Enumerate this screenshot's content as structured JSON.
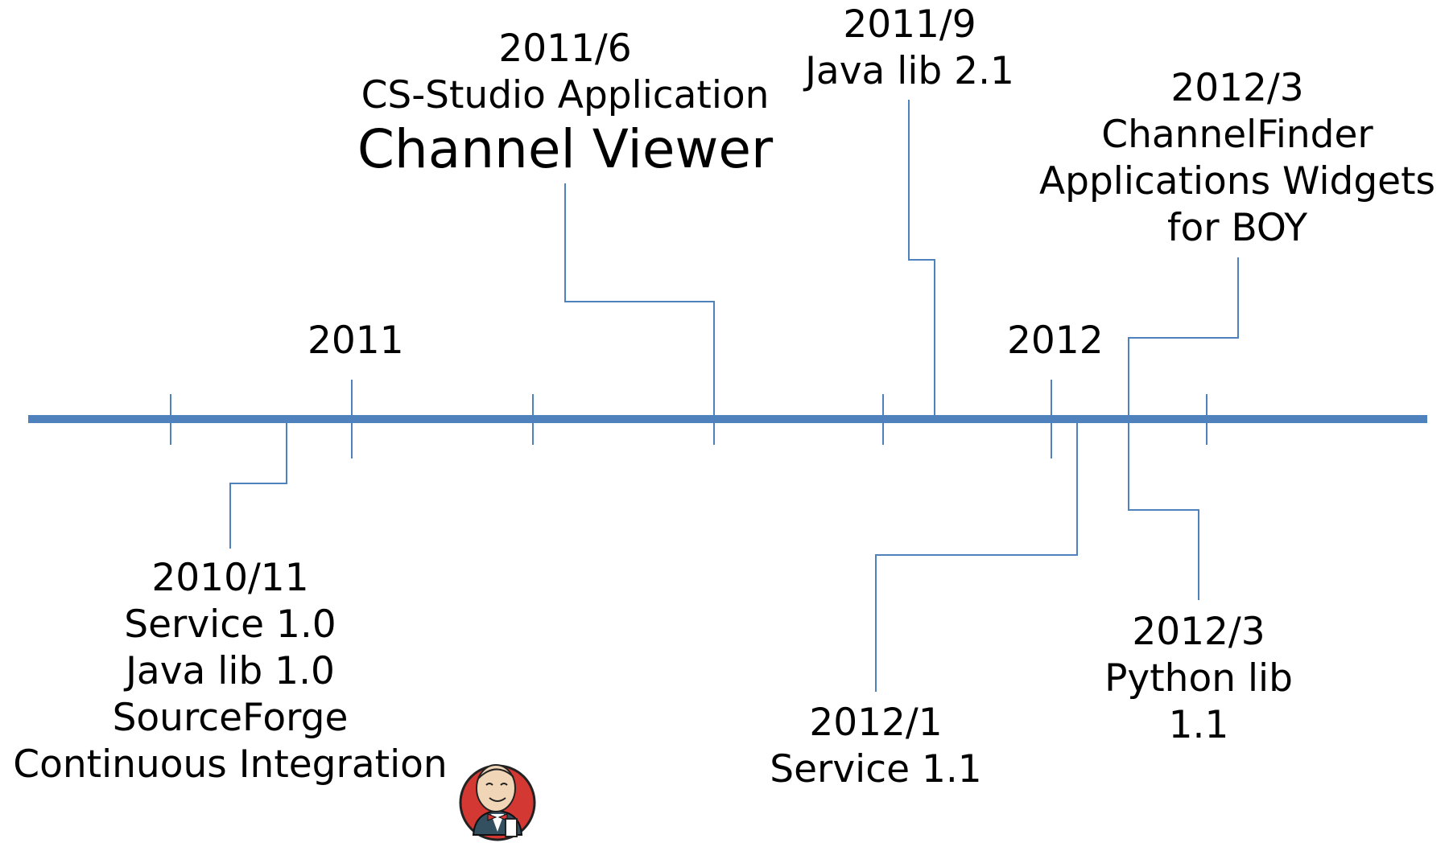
{
  "colors": {
    "axis": "#4f81bd",
    "leader": "#4f81bd",
    "text": "#000000"
  },
  "years": [
    {
      "id": "2011",
      "label": "2011"
    },
    {
      "id": "2012",
      "label": "2012"
    }
  ],
  "events": [
    {
      "id": "2010-11",
      "date": "2010/11",
      "lines": [
        "Service 1.0",
        "Java lib 1.0",
        "SourceForge",
        "Continuous Integration"
      ],
      "icon": "jenkins-butler-logo"
    },
    {
      "id": "2011-6",
      "date": "2011/6",
      "lines": [
        "CS-Studio Application"
      ],
      "highlight": "Channel Viewer"
    },
    {
      "id": "2011-9",
      "date": "2011/9",
      "lines": [
        "Java lib 2.1"
      ]
    },
    {
      "id": "2012-1",
      "date": "2012/1",
      "lines": [
        "Service 1.1"
      ]
    },
    {
      "id": "2012-3-cf",
      "date": "2012/3",
      "lines": [
        "ChannelFinder",
        "Applications Widgets",
        "for BOY"
      ]
    },
    {
      "id": "2012-3-py",
      "date": "2012/3",
      "lines": [
        "Python lib",
        "1.1"
      ]
    }
  ]
}
